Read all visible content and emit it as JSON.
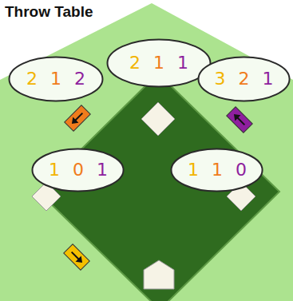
{
  "diagram": {
    "title": "Throw Table",
    "nodes": [
      {
        "text": [
          "2",
          "1",
          "1"
        ]
      },
      {
        "text": [
          "2",
          "1",
          "2"
        ]
      },
      {
        "text": [
          "3",
          "2",
          "1"
        ]
      },
      {
        "text": [
          "1",
          "0",
          "1"
        ]
      },
      {
        "text": [
          "1",
          "1",
          "0"
        ]
      }
    ]
  }
}
